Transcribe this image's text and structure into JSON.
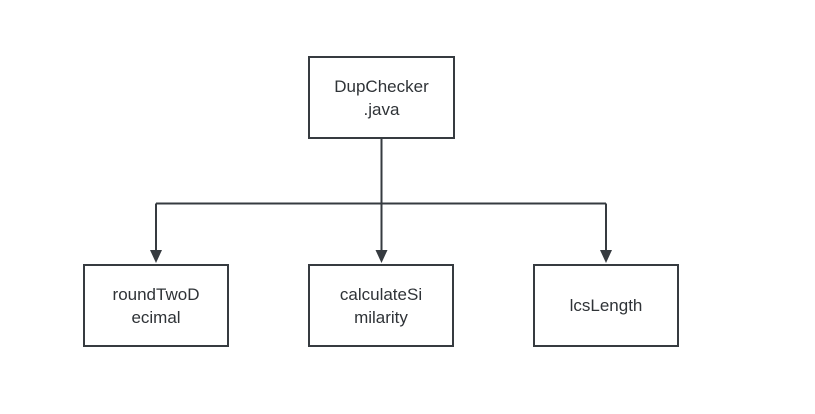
{
  "diagram": {
    "background": "#ffffff",
    "stroke_color": "#363b40",
    "text_color": "#2f3337",
    "nodes": {
      "root": {
        "label": "DupChecker.java",
        "lines": [
          "DupChecker",
          ".java"
        ]
      },
      "child1": {
        "label": "roundTwoDecimal",
        "lines": [
          "roundTwoD",
          "ecimal"
        ]
      },
      "child2": {
        "label": "calculateSimilarity",
        "lines": [
          "calculateSi",
          "milarity"
        ]
      },
      "child3": {
        "label": "lcsLength",
        "lines": [
          "lcsLength"
        ]
      }
    }
  }
}
